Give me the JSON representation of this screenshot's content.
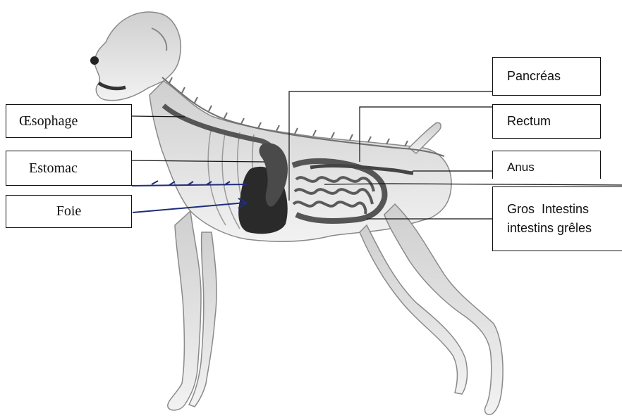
{
  "labels": {
    "oesophage": "Œsophage",
    "estomac": "Estomac",
    "foie": "Foie",
    "pancreas": "Pancréas",
    "rectum": "Rectum",
    "anus": "Anus",
    "gros_intestins": "Gros  Intestins",
    "intestins_greles": "intestins grêles"
  },
  "colors": {
    "outline": "#111111",
    "body_fill": "#e8e8e8",
    "organ_dark": "#2a2a2a",
    "annotation_ink": "#1f2d7a"
  }
}
